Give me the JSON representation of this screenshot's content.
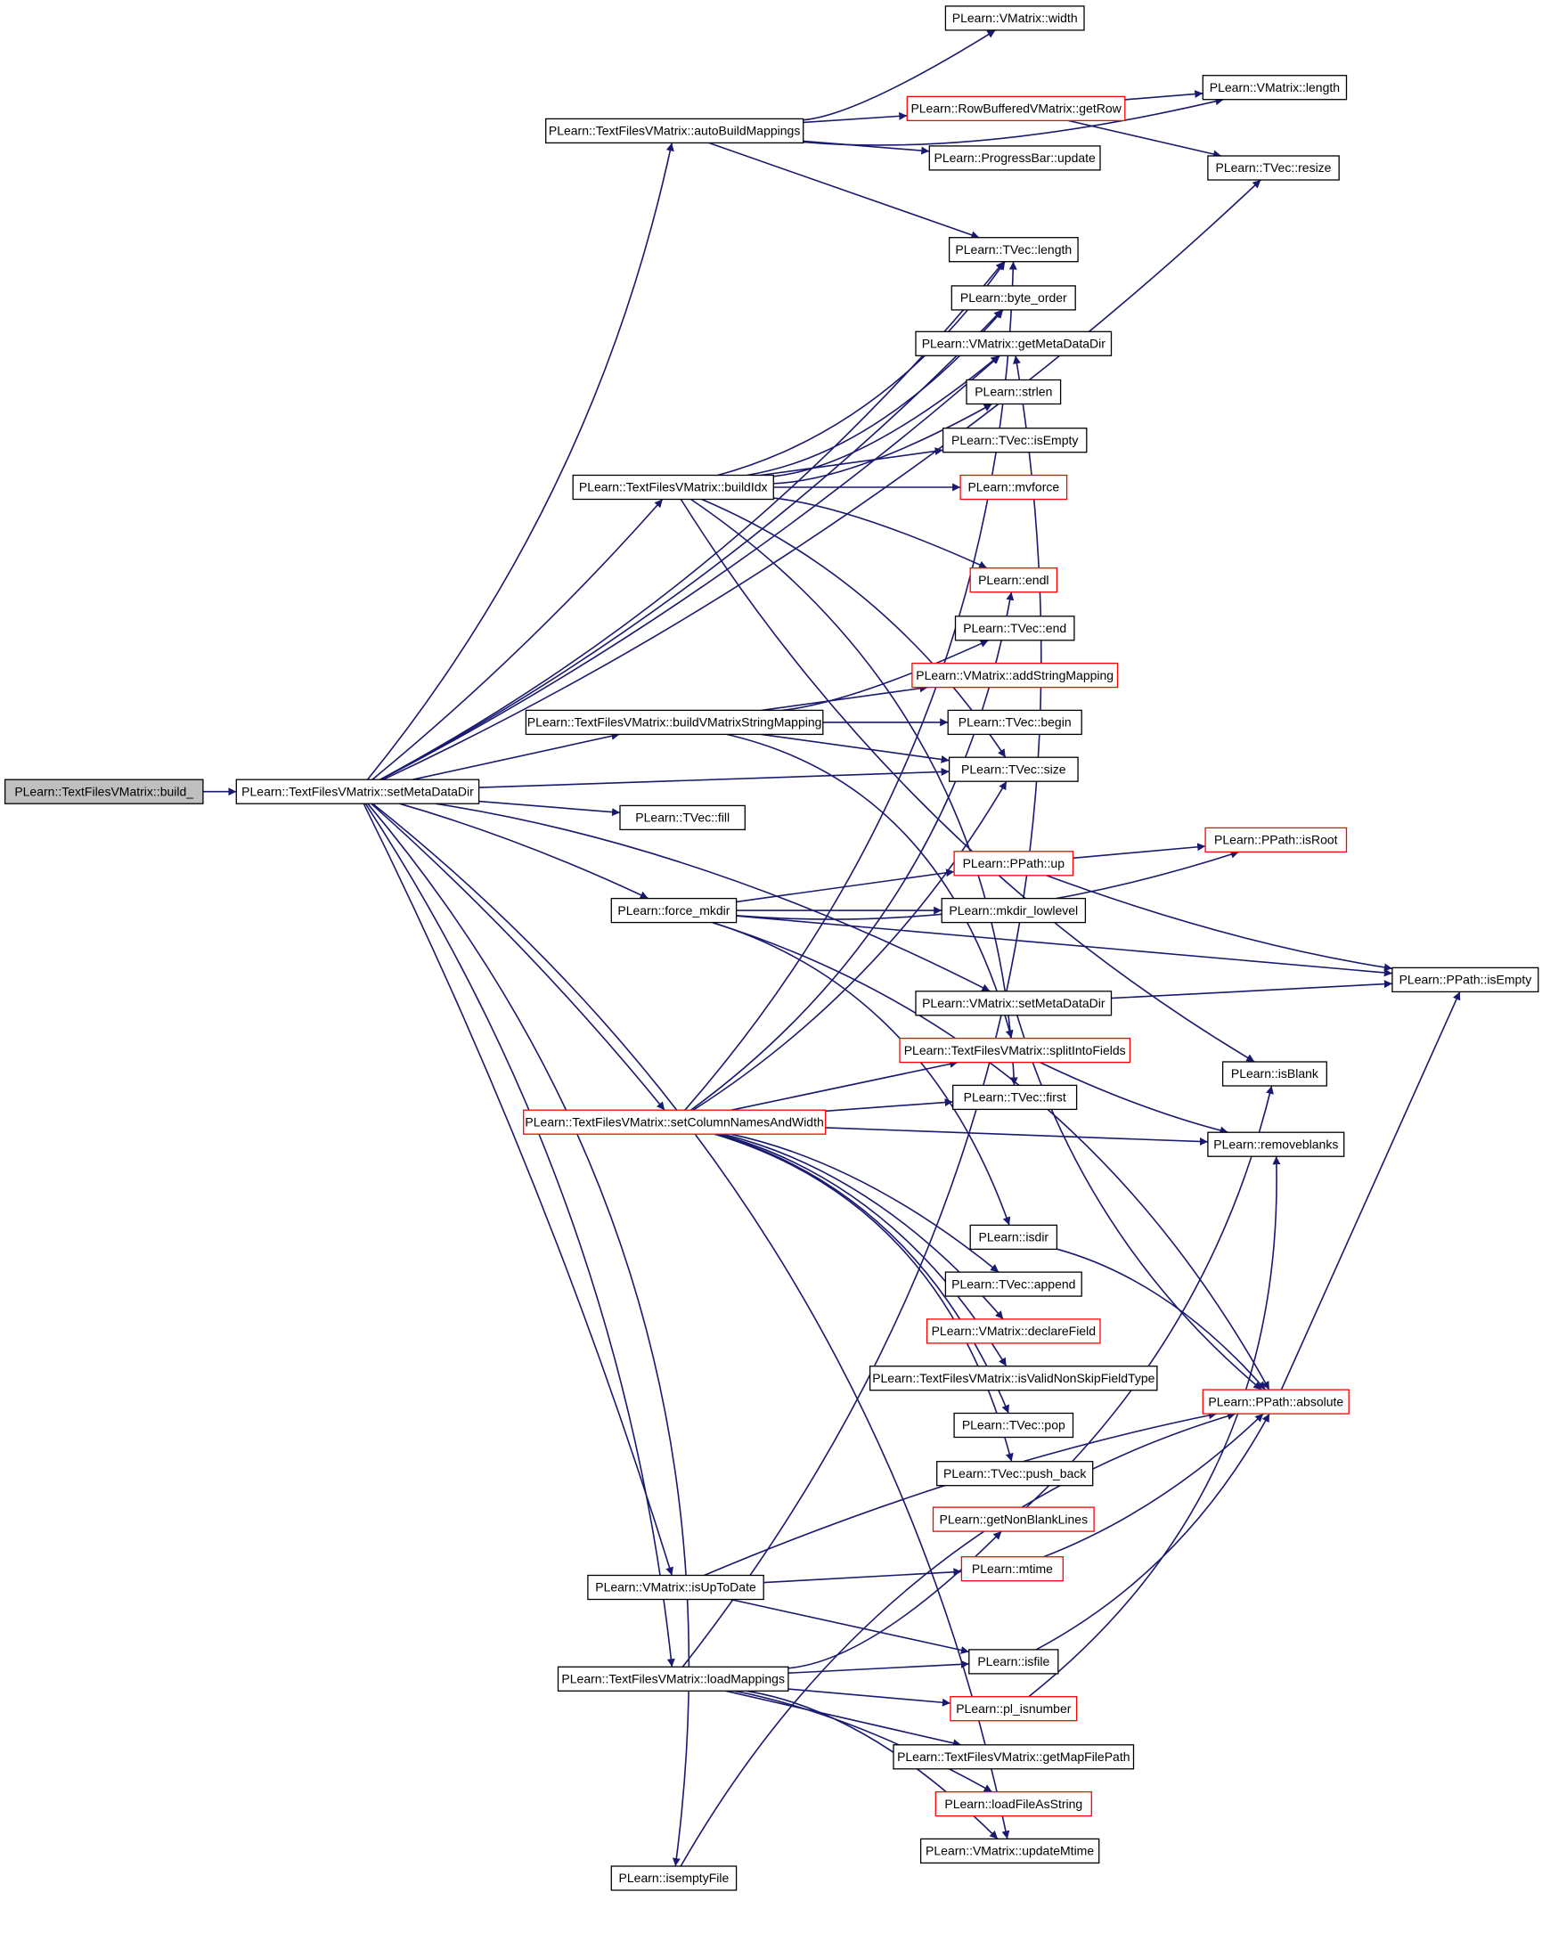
{
  "diagram": {
    "colors": {
      "edge": "#191970",
      "border_normal": "#000000",
      "border_truncated": "#ff0000",
      "root_fill": "#bfbfbf",
      "node_fill": "#ffffff"
    },
    "nodes": [
      {
        "id": "build_",
        "label": "PLearn::TextFilesVMatrix::build_",
        "kind": "root"
      },
      {
        "id": "setMetaDataDir",
        "label": "PLearn::TextFilesVMatrix::setMetaDataDir",
        "kind": "normal"
      },
      {
        "id": "autoBuildMappings",
        "label": "PLearn::TextFilesVMatrix::autoBuildMappings",
        "kind": "normal"
      },
      {
        "id": "buildIdx",
        "label": "PLearn::TextFilesVMatrix::buildIdx",
        "kind": "normal"
      },
      {
        "id": "buildVMSM",
        "label": "PLearn::TextFilesVMatrix::buildVMatrixStringMapping",
        "kind": "normal"
      },
      {
        "id": "fill",
        "label": "PLearn::TVec::fill",
        "kind": "normal"
      },
      {
        "id": "force_mkdir",
        "label": "PLearn::force_mkdir",
        "kind": "normal"
      },
      {
        "id": "setColNames",
        "label": "PLearn::TextFilesVMatrix::setColumnNamesAndWidth",
        "kind": "truncated"
      },
      {
        "id": "isUpToDate",
        "label": "PLearn::VMatrix::isUpToDate",
        "kind": "normal"
      },
      {
        "id": "loadMappings",
        "label": "PLearn::TextFilesVMatrix::loadMappings",
        "kind": "normal"
      },
      {
        "id": "isemptyFile",
        "label": "PLearn::isemptyFile",
        "kind": "normal"
      },
      {
        "id": "vm_width",
        "label": "PLearn::VMatrix::width",
        "kind": "normal"
      },
      {
        "id": "vm_length",
        "label": "PLearn::VMatrix::length",
        "kind": "normal"
      },
      {
        "id": "rb_getRow",
        "label": "PLearn::RowBufferedVMatrix::getRow",
        "kind": "truncated"
      },
      {
        "id": "pb_update",
        "label": "PLearn::ProgressBar::update",
        "kind": "normal"
      },
      {
        "id": "tv_resize",
        "label": "PLearn::TVec::resize",
        "kind": "normal"
      },
      {
        "id": "tv_length",
        "label": "PLearn::TVec::length",
        "kind": "normal"
      },
      {
        "id": "byte_order",
        "label": "PLearn::byte_order",
        "kind": "normal"
      },
      {
        "id": "getMetaDataDir",
        "label": "PLearn::VMatrix::getMetaDataDir",
        "kind": "normal"
      },
      {
        "id": "strlen",
        "label": "PLearn::strlen",
        "kind": "normal"
      },
      {
        "id": "tv_isEmpty",
        "label": "PLearn::TVec::isEmpty",
        "kind": "normal"
      },
      {
        "id": "mvforce",
        "label": "PLearn::mvforce",
        "kind": "truncated"
      },
      {
        "id": "endl",
        "label": "PLearn::endl",
        "kind": "truncated"
      },
      {
        "id": "tv_end",
        "label": "PLearn::TVec::end",
        "kind": "normal"
      },
      {
        "id": "addStringMapping",
        "label": "PLearn::VMatrix::addStringMapping",
        "kind": "truncated"
      },
      {
        "id": "tv_begin",
        "label": "PLearn::TVec::begin",
        "kind": "normal"
      },
      {
        "id": "tv_size",
        "label": "PLearn::TVec::size",
        "kind": "normal"
      },
      {
        "id": "pp_isRoot",
        "label": "PLearn::PPath::isRoot",
        "kind": "truncated"
      },
      {
        "id": "pp_up",
        "label": "PLearn::PPath::up",
        "kind": "truncated"
      },
      {
        "id": "mkdir_lowlevel",
        "label": "PLearn::mkdir_lowlevel",
        "kind": "normal"
      },
      {
        "id": "pp_isEmpty",
        "label": "PLearn::PPath::isEmpty",
        "kind": "normal"
      },
      {
        "id": "vm_setMetaDataDir",
        "label": "PLearn::VMatrix::setMetaDataDir",
        "kind": "normal"
      },
      {
        "id": "splitIntoFields",
        "label": "PLearn::TextFilesVMatrix::splitIntoFields",
        "kind": "truncated"
      },
      {
        "id": "isBlank",
        "label": "PLearn::isBlank",
        "kind": "normal"
      },
      {
        "id": "tv_first",
        "label": "PLearn::TVec::first",
        "kind": "normal"
      },
      {
        "id": "removeblanks",
        "label": "PLearn::removeblanks",
        "kind": "normal"
      },
      {
        "id": "isdir",
        "label": "PLearn::isdir",
        "kind": "normal"
      },
      {
        "id": "tv_append",
        "label": "PLearn::TVec::append",
        "kind": "normal"
      },
      {
        "id": "declareField",
        "label": "PLearn::VMatrix::declareField",
        "kind": "truncated"
      },
      {
        "id": "isValidNSFT",
        "label": "PLearn::TextFilesVMatrix::isValidNonSkipFieldType",
        "kind": "normal"
      },
      {
        "id": "pp_absolute",
        "label": "PLearn::PPath::absolute",
        "kind": "truncated"
      },
      {
        "id": "tv_pop",
        "label": "PLearn::TVec::pop",
        "kind": "normal"
      },
      {
        "id": "tv_push_back",
        "label": "PLearn::TVec::push_back",
        "kind": "normal"
      },
      {
        "id": "getNonBlankLines",
        "label": "PLearn::getNonBlankLines",
        "kind": "truncated"
      },
      {
        "id": "mtime",
        "label": "PLearn::mtime",
        "kind": "truncated"
      },
      {
        "id": "isfile",
        "label": "PLearn::isfile",
        "kind": "normal"
      },
      {
        "id": "pl_isnumber",
        "label": "PLearn::pl_isnumber",
        "kind": "truncated"
      },
      {
        "id": "getMapFilePath",
        "label": "PLearn::TextFilesVMatrix::getMapFilePath",
        "kind": "normal"
      },
      {
        "id": "loadFileAsString",
        "label": "PLearn::loadFileAsString",
        "kind": "truncated"
      },
      {
        "id": "updateMtime",
        "label": "PLearn::VMatrix::updateMtime",
        "kind": "normal"
      }
    ],
    "edges": [
      [
        "build_",
        "setMetaDataDir"
      ],
      [
        "setMetaDataDir",
        "autoBuildMappings"
      ],
      [
        "setMetaDataDir",
        "tv_resize"
      ],
      [
        "setMetaDataDir",
        "tv_length"
      ],
      [
        "setMetaDataDir",
        "byte_order"
      ],
      [
        "setMetaDataDir",
        "getMetaDataDir"
      ],
      [
        "setMetaDataDir",
        "buildIdx"
      ],
      [
        "setMetaDataDir",
        "buildVMSM"
      ],
      [
        "setMetaDataDir",
        "tv_size"
      ],
      [
        "setMetaDataDir",
        "fill"
      ],
      [
        "setMetaDataDir",
        "force_mkdir"
      ],
      [
        "setMetaDataDir",
        "vm_setMetaDataDir"
      ],
      [
        "setMetaDataDir",
        "setColNames"
      ],
      [
        "setMetaDataDir",
        "isUpToDate"
      ],
      [
        "setMetaDataDir",
        "loadMappings"
      ],
      [
        "setMetaDataDir",
        "updateMtime"
      ],
      [
        "setMetaDataDir",
        "isemptyFile"
      ],
      [
        "autoBuildMappings",
        "vm_width"
      ],
      [
        "autoBuildMappings",
        "vm_length"
      ],
      [
        "autoBuildMappings",
        "rb_getRow"
      ],
      [
        "autoBuildMappings",
        "pb_update"
      ],
      [
        "autoBuildMappings",
        "tv_length"
      ],
      [
        "rb_getRow",
        "vm_length"
      ],
      [
        "rb_getRow",
        "tv_resize"
      ],
      [
        "buildIdx",
        "tv_length"
      ],
      [
        "buildIdx",
        "byte_order"
      ],
      [
        "buildIdx",
        "getMetaDataDir"
      ],
      [
        "buildIdx",
        "strlen"
      ],
      [
        "buildIdx",
        "tv_isEmpty"
      ],
      [
        "buildIdx",
        "mvforce"
      ],
      [
        "buildIdx",
        "endl"
      ],
      [
        "buildIdx",
        "isBlank"
      ],
      [
        "buildIdx",
        "tv_size"
      ],
      [
        "buildIdx",
        "tv_first"
      ],
      [
        "buildVMSM",
        "tv_end"
      ],
      [
        "buildVMSM",
        "addStringMapping"
      ],
      [
        "buildVMSM",
        "tv_begin"
      ],
      [
        "buildVMSM",
        "tv_size"
      ],
      [
        "buildVMSM",
        "splitIntoFields"
      ],
      [
        "force_mkdir",
        "pp_isRoot"
      ],
      [
        "force_mkdir",
        "pp_up"
      ],
      [
        "force_mkdir",
        "mkdir_lowlevel"
      ],
      [
        "force_mkdir",
        "pp_isEmpty"
      ],
      [
        "force_mkdir",
        "isdir"
      ],
      [
        "force_mkdir",
        "pp_absolute"
      ],
      [
        "pp_up",
        "pp_isRoot"
      ],
      [
        "pp_up",
        "pp_isEmpty"
      ],
      [
        "vm_setMetaDataDir",
        "pp_isEmpty"
      ],
      [
        "vm_setMetaDataDir",
        "pp_absolute"
      ],
      [
        "splitIntoFields",
        "removeblanks"
      ],
      [
        "setColNames",
        "tv_length"
      ],
      [
        "setColNames",
        "endl"
      ],
      [
        "setColNames",
        "tv_size"
      ],
      [
        "setColNames",
        "splitIntoFields"
      ],
      [
        "setColNames",
        "tv_first"
      ],
      [
        "setColNames",
        "removeblanks"
      ],
      [
        "setColNames",
        "tv_append"
      ],
      [
        "setColNames",
        "declareField"
      ],
      [
        "setColNames",
        "isValidNSFT"
      ],
      [
        "setColNames",
        "tv_pop"
      ],
      [
        "setColNames",
        "tv_push_back"
      ],
      [
        "isdir",
        "pp_absolute"
      ],
      [
        "pp_absolute",
        "pp_isEmpty"
      ],
      [
        "isUpToDate",
        "mtime"
      ],
      [
        "isUpToDate",
        "isfile"
      ],
      [
        "isUpToDate",
        "pp_absolute"
      ],
      [
        "mtime",
        "pp_absolute"
      ],
      [
        "isfile",
        "pp_absolute"
      ],
      [
        "getNonBlankLines",
        "isBlank"
      ],
      [
        "pl_isnumber",
        "removeblanks"
      ],
      [
        "loadMappings",
        "getMetaDataDir"
      ],
      [
        "loadMappings",
        "getNonBlankLines"
      ],
      [
        "loadMappings",
        "isfile"
      ],
      [
        "loadMappings",
        "pl_isnumber"
      ],
      [
        "loadMappings",
        "getMapFilePath"
      ],
      [
        "loadMappings",
        "loadFileAsString"
      ],
      [
        "loadMappings",
        "updateMtime"
      ],
      [
        "isemptyFile",
        "pp_absolute"
      ]
    ]
  }
}
